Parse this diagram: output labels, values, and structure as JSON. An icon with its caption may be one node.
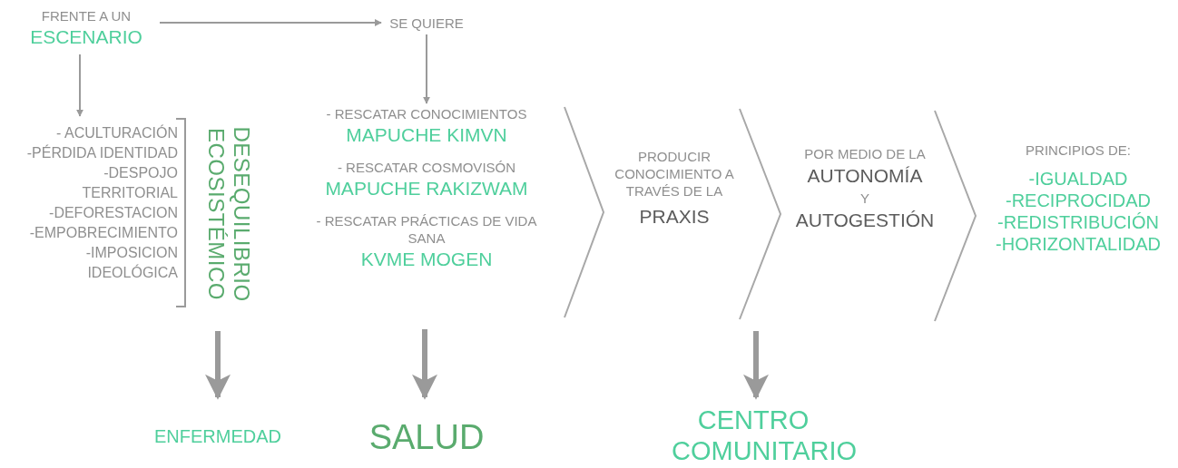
{
  "diagram": {
    "nodes": [
      {
        "text": [
          "FRENTE A UN",
          "ESCENARIO"
        ]
      },
      {
        "text": [
          "SE QUIERE"
        ]
      },
      {
        "text": [
          "- ACULTURACIÓN",
          "-PÉRDIDA IDENTIDAD",
          "-DESPOJO TERRITORIAL",
          "-DEFORESTACION",
          "-EMPOBRECIMIENTO",
          "-IMPOSICION IDEOLÓGICA",
          "DESEQUILIBRIO ECOSISTÉMICO"
        ]
      },
      {
        "text": [
          "- RESCATAR CONOCIMIENTOS",
          "MAPUCHE KIMVN",
          "- RESCATAR COSMOVISÓN",
          "MAPUCHE RAKIZWAM",
          "- RESCATAR PRÁCTICAS DE VIDA SANA",
          "KVME MOGEN"
        ]
      },
      {
        "text": [
          "PRODUCIR CONOCIMIENTO A TRAVÉS DE LA",
          "PRAXIS"
        ]
      },
      {
        "text": [
          "POR MEDIO DE LA",
          "AUTONOMÍA",
          "Y",
          "AUTOGESTIÓN"
        ]
      },
      {
        "text": [
          "PRINCIPIOS DE:",
          "-IGUALDAD",
          "-RECIPROCIDAD",
          "-REDISTRIBUCIÓN",
          "-HORIZONTALIDAD"
        ]
      },
      {
        "text": [
          "ENFERMEDAD"
        ]
      },
      {
        "text": [
          "SALUD"
        ]
      },
      {
        "text": [
          "CENTRO COMUNITARIO"
        ]
      }
    ],
    "edges": [
      {
        "from": 0,
        "to": 1,
        "arrow": "to"
      },
      {
        "from": 0,
        "to": 2,
        "arrow": "to"
      },
      {
        "from": 1,
        "to": 3,
        "arrow": "to"
      },
      {
        "from": 2,
        "to": 7,
        "arrow": "to",
        "style": "thick"
      },
      {
        "from": 3,
        "to": 8,
        "arrow": "to",
        "style": "thick"
      },
      {
        "from": 4,
        "to": 9,
        "arrow": "to",
        "style": "thick"
      }
    ]
  }
}
